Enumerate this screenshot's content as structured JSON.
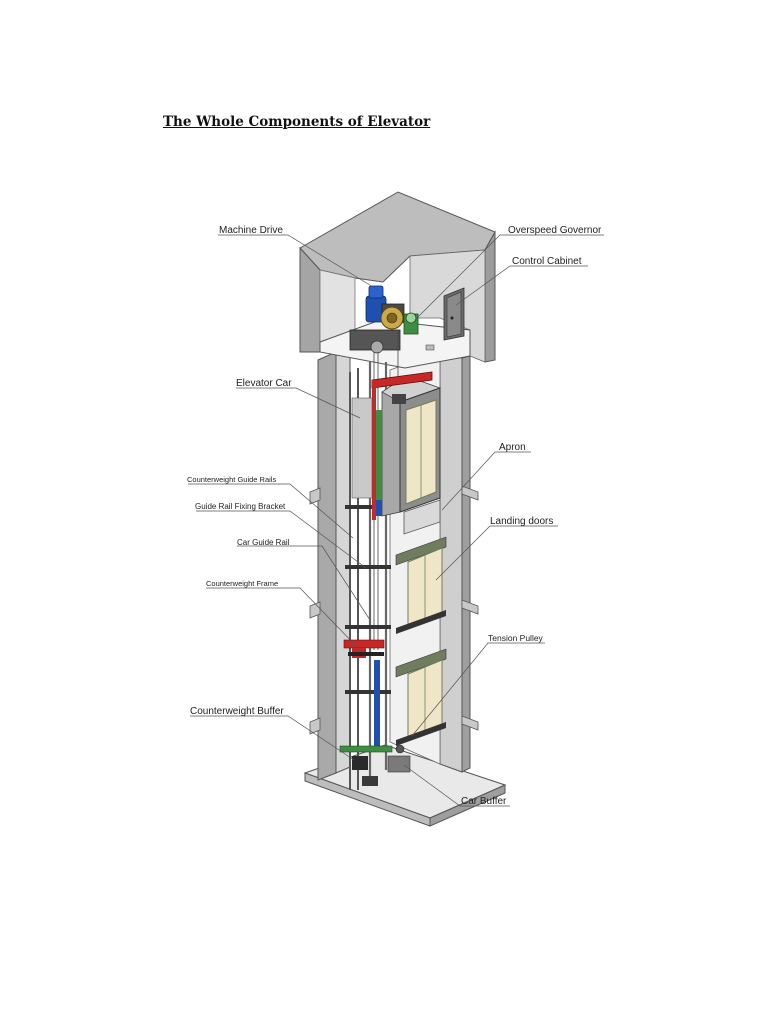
{
  "title": "The Whole Components of Elevator",
  "labels": {
    "machine_drive": "Machine Drive",
    "overspeed_governor": "Overspeed Governor",
    "control_cabinet": "Control Cabinet",
    "elevator_car": "Elevator Car",
    "apron": "Apron",
    "counterweight_guide_rails": "Counterweight Guide Rails",
    "guide_rail_fixing_bracket": "Guide Rail Fixing Bracket",
    "landing_doors": "Landing doors",
    "car_guide_rail": "Car Guide Rail",
    "counterweight_frame": "Counterweight Frame",
    "tension_pulley": "Tension Pulley",
    "counterweight_buffer": "Counterweight Buffer",
    "car_buffer": "Car Buffer"
  },
  "colors": {
    "concrete_light": "#efefef",
    "concrete_mid": "#d2d2d2",
    "concrete_dark": "#a9a9a9",
    "motor_blue": "#1f4fb0",
    "frame_red": "#c62828",
    "beam_green": "#3e8e41",
    "door_cream": "#efe6c8",
    "door_olive": "#6f7d5e"
  }
}
